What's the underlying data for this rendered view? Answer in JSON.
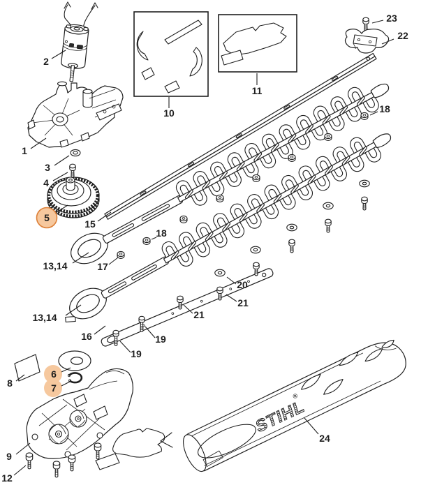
{
  "figure": {
    "type": "exploded-parts-diagram",
    "subject": "Hedge trimmer gearbox and cutter bar assembly",
    "brand": {
      "logo_text": "STIHL",
      "registered_mark": "®"
    },
    "colors": {
      "line": "#1f1f1f",
      "background": "#ffffff"
    },
    "highlight": {
      "fill": "#f6c89e",
      "ring": "#dd8038",
      "number_color": "#a0521a",
      "highlighted_callouts": [
        "5",
        "6",
        "7"
      ]
    },
    "callouts": [
      {
        "label": "2"
      },
      {
        "label": "1"
      },
      {
        "label": "3"
      },
      {
        "label": "4"
      },
      {
        "label": "5"
      },
      {
        "label": "10"
      },
      {
        "label": "11"
      },
      {
        "label": "23"
      },
      {
        "label": "22"
      },
      {
        "label": "18"
      },
      {
        "label": "15"
      },
      {
        "label": "13,14"
      },
      {
        "label": "17"
      },
      {
        "label": "18"
      },
      {
        "label": "13,14"
      },
      {
        "label": "16"
      },
      {
        "label": "19"
      },
      {
        "label": "19"
      },
      {
        "label": "20"
      },
      {
        "label": "21"
      },
      {
        "label": "21"
      },
      {
        "label": "6"
      },
      {
        "label": "7"
      },
      {
        "label": "8"
      },
      {
        "label": "9"
      },
      {
        "label": "12"
      },
      {
        "label": "24"
      }
    ]
  }
}
